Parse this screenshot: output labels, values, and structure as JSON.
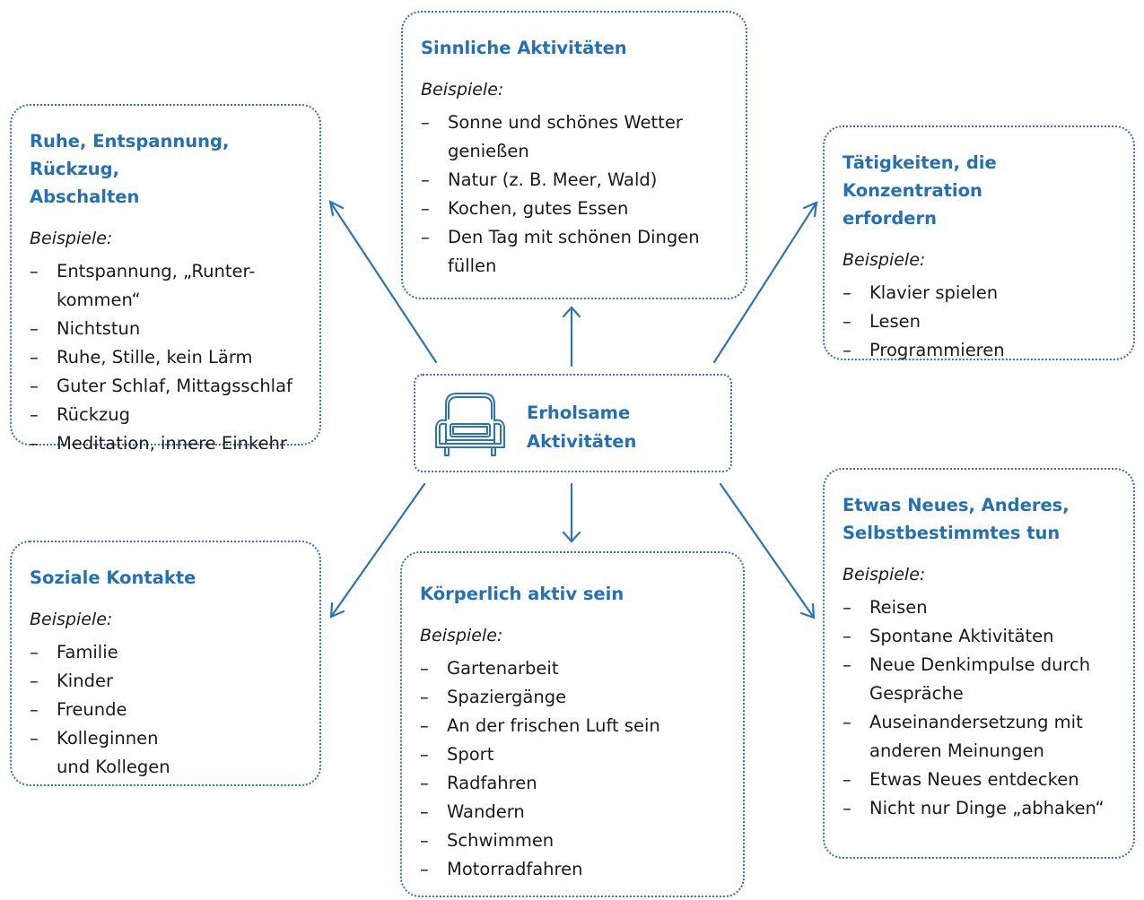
{
  "accent_color": "#2470b3",
  "center": {
    "icon": "armchair-icon",
    "label_line1": "Erholsame",
    "label_line2": "Aktivitäten"
  },
  "boxes": {
    "ruhe": {
      "title_line1": "Ruhe, Entspannung, Rückzug,",
      "title_line2": "Abschalten",
      "subtitle": "Beispiele:",
      "items": [
        "Entspannung, „Runter-",
        "kommen“",
        "Nichtstun",
        "Ruhe, Stille, kein Lärm",
        "Guter Schlaf, Mittagsschlaf",
        "Rückzug",
        "Meditation, innere Einkehr"
      ]
    },
    "sinnlich": {
      "title_line1": "Sinnliche Aktivitäten",
      "subtitle": "Beispiele:",
      "items": [
        "Sonne und schönes Wetter",
        "genießen",
        "Natur (z. B. Meer, Wald)",
        "Kochen, gutes Essen",
        "Den Tag mit schönen Dingen",
        "füllen"
      ]
    },
    "konzentration": {
      "title_line1": "Tätigkeiten, die Konzentration",
      "title_line2": "erfordern",
      "subtitle": "Beispiele:",
      "items": [
        "Klavier spielen",
        "Lesen",
        "Programmieren"
      ]
    },
    "sozial": {
      "title_line1": "Soziale Kontakte",
      "subtitle": "Beispiele:",
      "items": [
        "Familie",
        "Kinder",
        "Freunde",
        "Kolleginnen",
        "und Kollegen"
      ]
    },
    "koerper": {
      "title_line1": "Körperlich aktiv sein",
      "subtitle": "Beispiele:",
      "items": [
        "Gartenarbeit",
        "Spaziergänge",
        "An der frischen Luft sein",
        "Sport",
        "Radfahren",
        "Wandern",
        "Schwimmen",
        "Motorradfahren"
      ]
    },
    "neues": {
      "title_line1": "Etwas Neues, Anderes,",
      "title_line2": "Selbstbestimmtes tun",
      "subtitle": "Beispiele:",
      "items": [
        "Reisen",
        "Spontane Aktivitäten",
        "Neue Denkimpulse durch",
        "Gespräche",
        "Auseinandersetzung mit",
        "anderen Meinungen",
        "Etwas Neues entdecken",
        "Nicht nur Dinge „abhaken“"
      ]
    }
  }
}
